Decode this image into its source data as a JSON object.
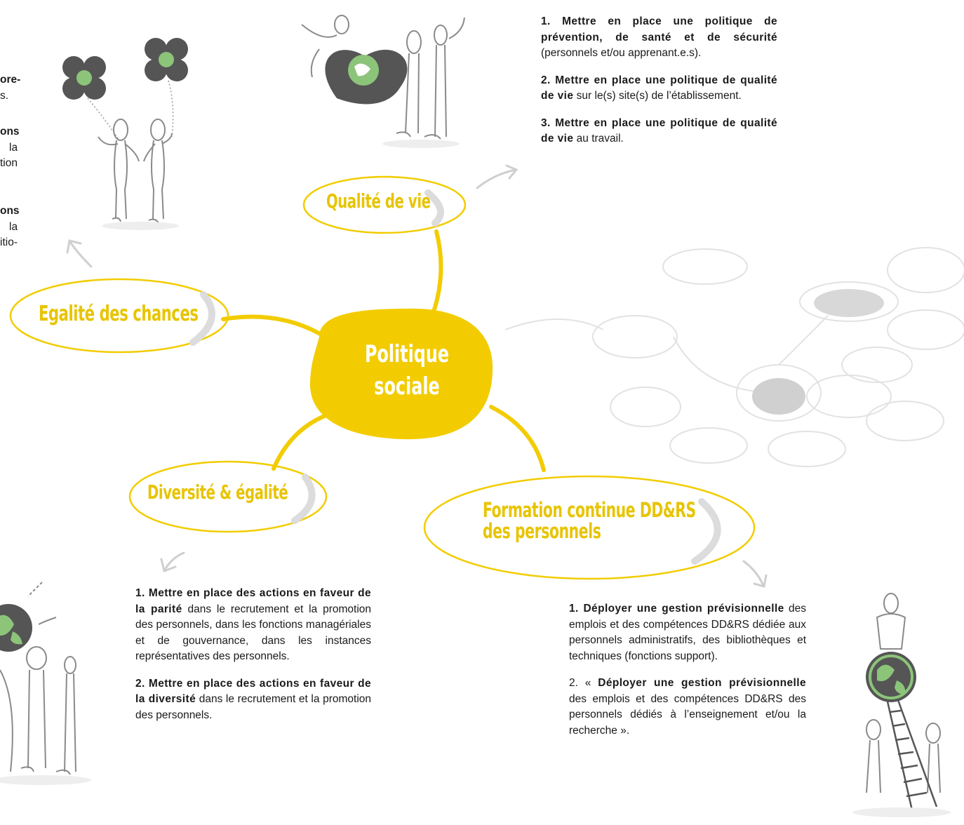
{
  "center": {
    "line1": "Politique",
    "line2": "sociale"
  },
  "branches": {
    "qualite": "Qualité de vie",
    "egalite": "Egalité des chances",
    "diversite": "Diversité & égalité",
    "formation_l1": "Formation continue DD&RS",
    "formation_l2": "des personnels"
  },
  "qualite_items": [
    {
      "num": "1.",
      "bold": "Mettre en place une politique de prévention, de santé et de sécurité",
      "rest": "(personnels et/ou apprenant.e.s)."
    },
    {
      "num": "2.",
      "bold": "Mettre en place une politique de qualité de vie",
      "rest": "sur le(s) site(s) de l’établissement."
    },
    {
      "num": "3.",
      "bold": "Mettre en place une politique de qualité de vie",
      "rest": "au travail."
    }
  ],
  "diversite_items": [
    {
      "num": "1.",
      "bold": "Mettre en place des actions en faveur de la parité",
      "rest": "dans le recrutement et la promotion des personnels, dans les fonctions managériales et de gouvernance, dans les instances représentatives des personnels."
    },
    {
      "num": "2.",
      "bold": "Mettre en place des actions en faveur de la diversité",
      "rest": "dans le recrutement et la promotion des personnels."
    }
  ],
  "formation_items": [
    {
      "num": "1.",
      "bold": "Déployer une gestion prévisionnelle",
      "rest": "des emplois et des compétences DD&RS dédiée aux personnels administratifs, des bibliothèques et techniques (fonctions support)."
    },
    {
      "num": "2. «",
      "bold": "Déployer une gestion prévisionnelle",
      "rest": "des emplois et des compétences DD&RS des personnels dédiés à l’enseignement et/ou la recherche »."
    }
  ],
  "cut_text": {
    "l1": "ore-",
    "l2": "s.",
    "l3": "ons",
    "l4": "la",
    "l5": "tion",
    "l6": "ons",
    "l7": "la",
    "l8": "itio-"
  },
  "colors": {
    "accent": "#f2cc00",
    "accent_dark": "#e8c400",
    "grey": "#6a6a6a",
    "light_grey": "#e4e4e4",
    "earth_green": "#8cc47a"
  }
}
